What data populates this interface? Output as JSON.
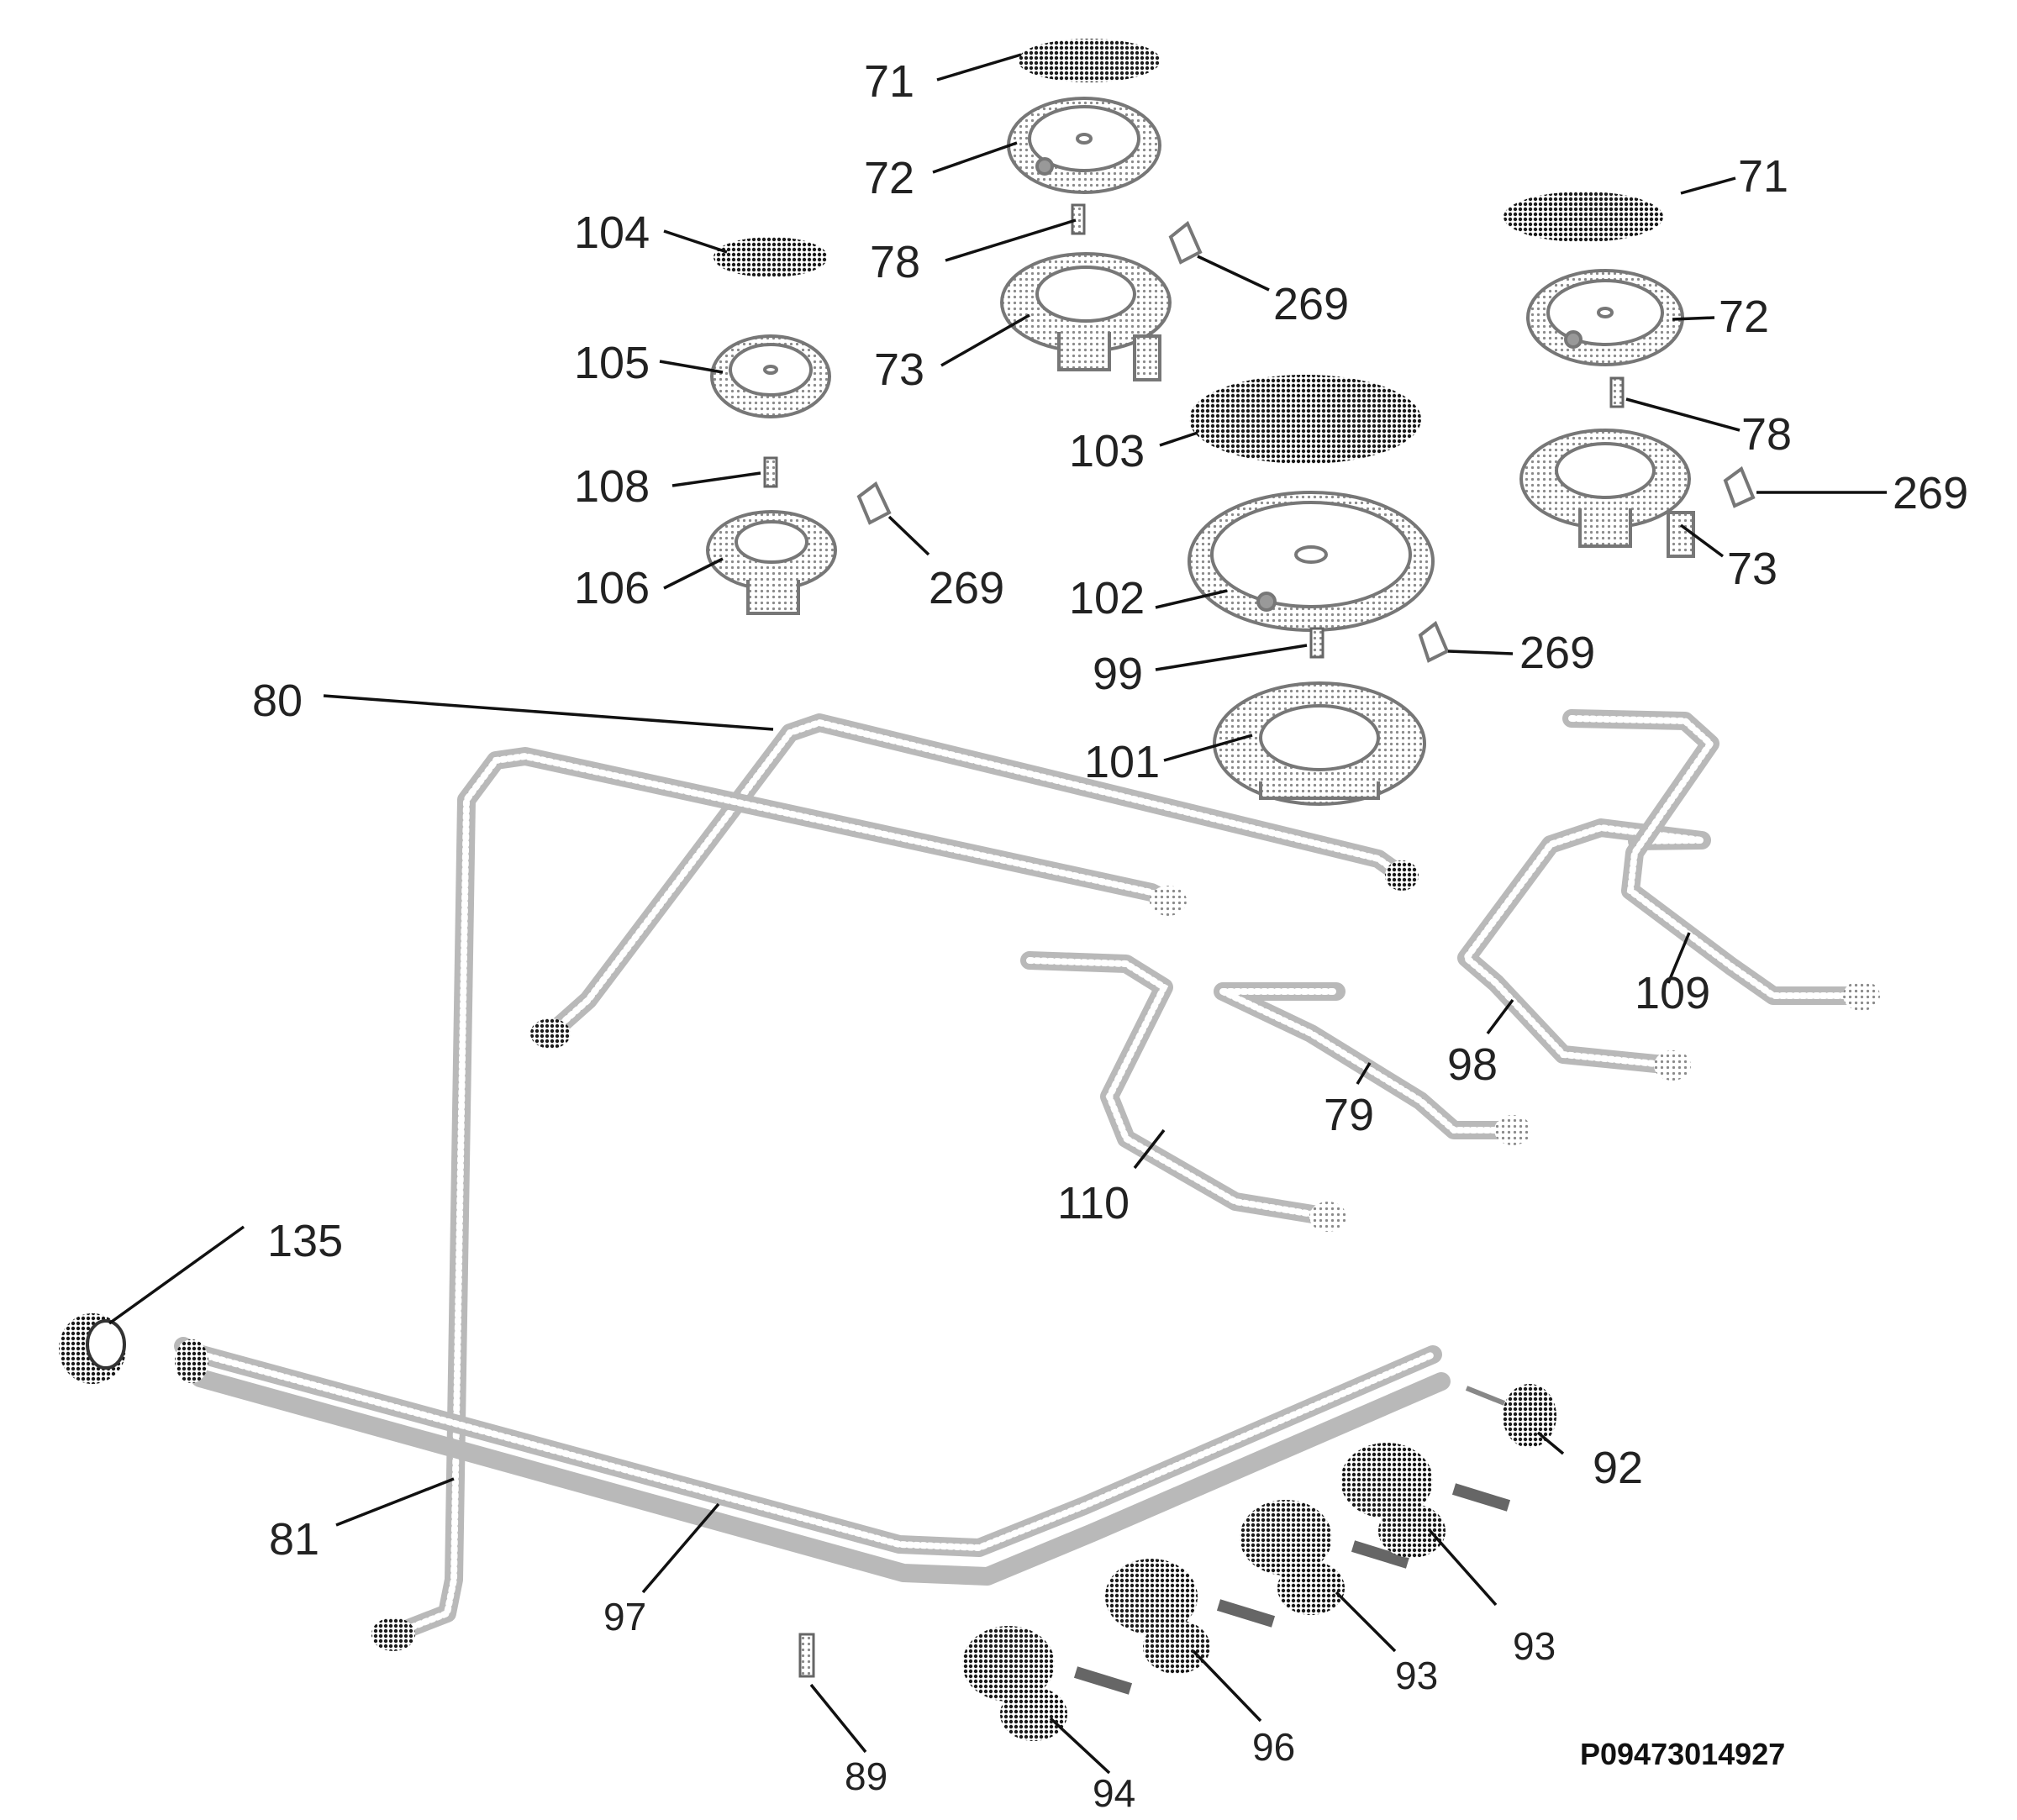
{
  "diagram": {
    "reference_code": "P09473014927",
    "labels": {
      "l71a": "71",
      "l72a": "72",
      "l104": "104",
      "l78a": "78",
      "l269a": "269",
      "l73a": "73",
      "l105": "105",
      "l71b": "71",
      "l72b": "72",
      "l103": "103",
      "l78b": "78",
      "l108": "108",
      "l269b": "269",
      "l73b": "73",
      "l106": "106",
      "l269c": "269",
      "l102": "102",
      "l99": "99",
      "l269d": "269",
      "l80": "80",
      "l101": "101",
      "l109": "109",
      "l98": "98",
      "l79": "79",
      "l110": "110",
      "l135": "135",
      "l92": "92",
      "l81": "81",
      "l97": "97",
      "l93a": "93",
      "l93b": "93",
      "l96": "96",
      "l89": "89",
      "l94": "94"
    }
  },
  "colors": {
    "part_dark": "#1a1a1a",
    "part_mid": "#8a8a8a",
    "pipe": "#b9b9b9"
  }
}
